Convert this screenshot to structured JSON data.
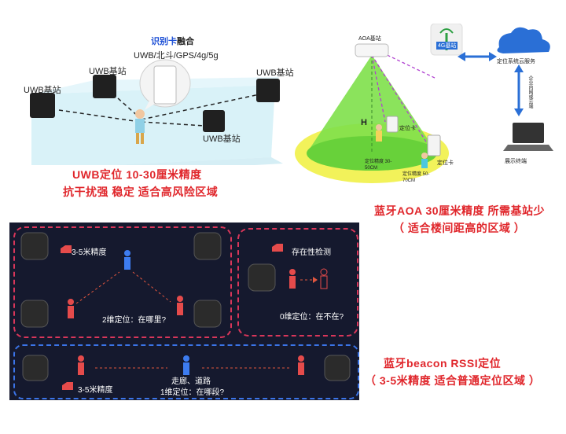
{
  "uwb": {
    "card_label": "识别卡",
    "card_label_suffix": "融合",
    "card_sub": "UWB/北斗/GPS/4g/5g",
    "station_tl": "UWB基站",
    "station_tm": "UWB基站",
    "station_tr": "UWB基站",
    "station_bottom": "UWB基站",
    "caption_line1": "UWB定位 10-30厘米精度",
    "caption_line2": "抗干扰强 稳定 适合高风险区域"
  },
  "aoa": {
    "station_label": "AOA基站",
    "h_label": "H",
    "tag_label_1": "定位卡",
    "tag_label_2": "定位卡",
    "inner_accuracy": "定位精度 30-50CM",
    "outer_accuracy": "定位精度 50-70CM",
    "tower_label": "4G基站",
    "cloud_label": "定位系统云服务",
    "vertical_text": "企业内网或云端",
    "laptop_label": "展示终端",
    "caption_line1": "蓝牙AOA 30厘米精度 所需基站少",
    "caption_line2": "（ 适合楼间距高的区域 ）"
  },
  "rssi": {
    "box1_accuracy": "3-5米精度",
    "box1_desc": "2维定位：在哪里?",
    "box2_title": "存在性检测",
    "box2_desc": "0维定位：在不在?",
    "box3_path": "走廊、道路",
    "box3_desc": "1维定位：在哪段?",
    "box3_accuracy": "3-5米精度",
    "caption_line1": "蓝牙beacon RSSI定位",
    "caption_line2": "（ 3-5米精度 适合普通定位区域 ）"
  },
  "colors": {
    "red": "#e0262b",
    "blue": "#1c4fd6",
    "panel": "#15192e",
    "green_cone": "#7ee04a",
    "yellow_base": "#f2f25a"
  }
}
